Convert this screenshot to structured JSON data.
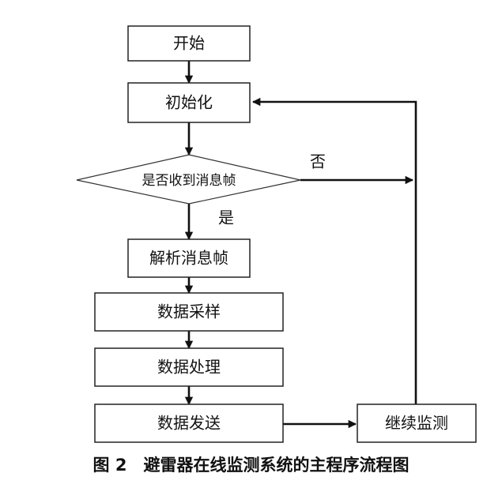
{
  "diagram": {
    "nodes": {
      "start": "开始",
      "init": "初始化",
      "decision": "是否收到消息帧",
      "parse": "解析消息帧",
      "sample": "数据采样",
      "process": "数据处理",
      "send": "数据发送",
      "continue": "继续监测"
    },
    "branches": {
      "yes": "是",
      "no": "否"
    }
  },
  "caption": "图 2　避雷器在线监测系统的主程序流程图"
}
